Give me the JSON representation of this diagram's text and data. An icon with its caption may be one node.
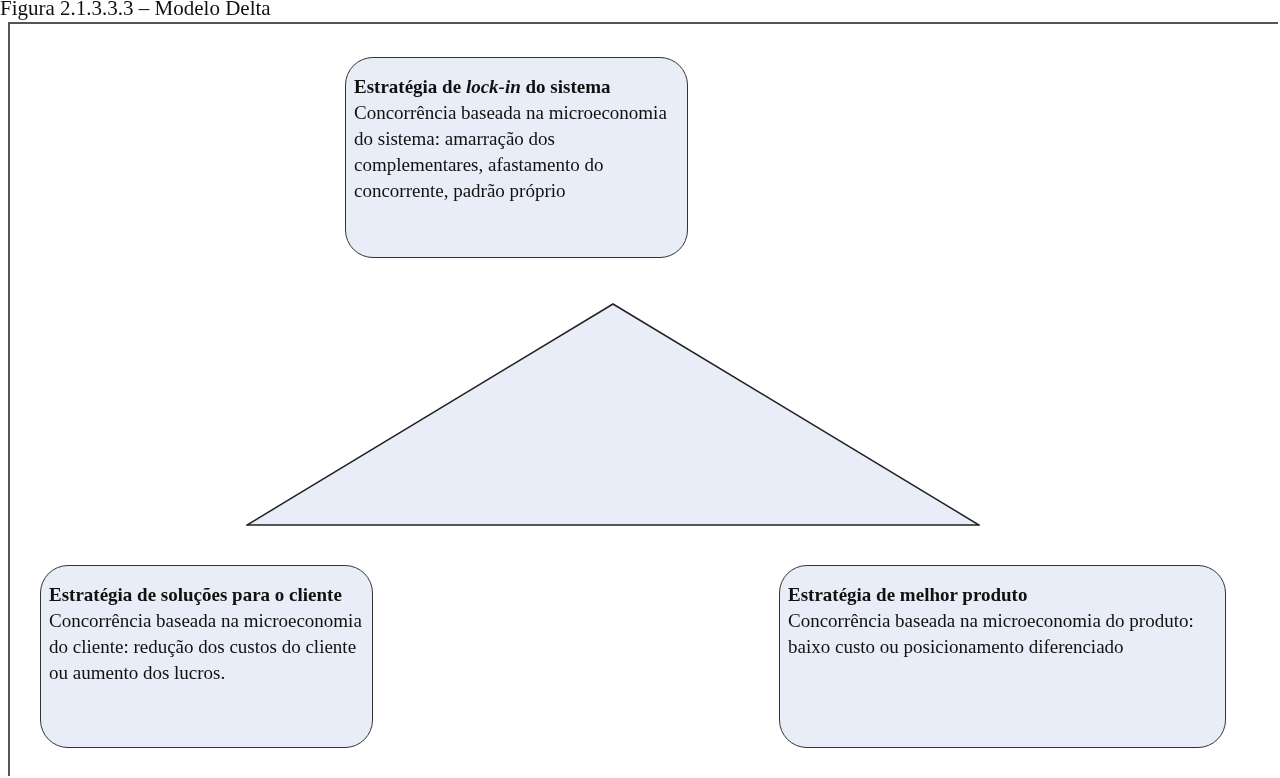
{
  "diagram": {
    "title": "Figura 2.1.3.3.3 – Modelo Delta",
    "nodes": [
      {
        "text": [
          "Estratégia de *lock-in* do sistema",
          "Concorrência baseada na microeconomia do sistema: amarração dos complementares, afastamento do concorrente, padrão próprio"
        ]
      },
      {
        "text": [],
        "shape": "triangle"
      },
      {
        "text": [
          "Estratégia de soluções para o cliente",
          "Concorrência baseada na microeconomia do cliente: redução dos custos do cliente ou aumento dos lucros."
        ]
      },
      {
        "text": [
          "Estratégia de melhor produto",
          "Concorrência baseada na microeconomia do produto: baixo custo ou posicionamento diferenciado"
        ]
      }
    ]
  }
}
